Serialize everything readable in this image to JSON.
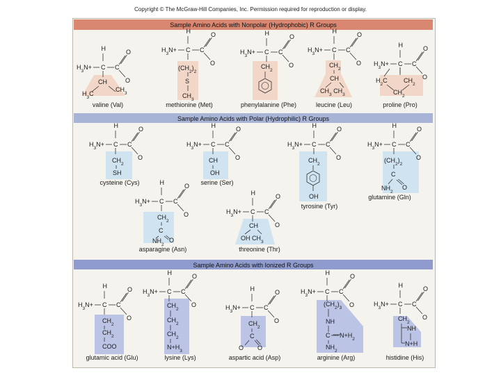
{
  "copyright": "Copyright © The McGraw-Hill Companies, Inc. Permission required for reproduction or display.",
  "colors": {
    "nonpolar_header": "#d98770",
    "polar_header": "#a8b4d6",
    "ionized_header": "#8e9bcc",
    "nonpolar_highlight": "#f2d7c9",
    "polar_highlight": "#cfe3f0",
    "ionized_highlight": "#bcc4e6",
    "panel": "#f5f3ed"
  },
  "sections": {
    "nonpolar": "Sample Amino Acids with Nonpolar (Hydrophobic) R Groups",
    "polar": "Sample Amino Acids with Polar (Hydrophilic) R Groups",
    "ionized": "Sample Amino Acids with Ionized R Groups"
  },
  "atoms": {
    "h": "H",
    "c": "C",
    "o": "O",
    "n": "N",
    "s": "S",
    "sh": "SH",
    "oh": "OH",
    "h3n": "H3N+",
    "ch": "CH",
    "ch2": "CH2",
    "ch3": "CH3",
    "h3c": "H3C",
    "h2c": "H2C",
    "ch2_2": "(CH2)2",
    "ch2_3": "(CH2)3",
    "ch3ch3": "CH3 CH3",
    "nh": "NH",
    "nh2": "NH2",
    "nh3": "N+H3",
    "nplus": "N+H2",
    "nh_plus": "N+H",
    "coo": "COO",
    "oh_ch3": "OH CH3"
  },
  "names": {
    "val": "valine (Val)",
    "met": "methionine (Met)",
    "phe": "phenylalanine (Phe)",
    "leu": "leucine (Leu)",
    "pro": "proline (Pro)",
    "cys": "cysteine (Cys)",
    "ser": "serine (Ser)",
    "tyr": "tyrosine (Tyr)",
    "gln": "glutamine (Gln)",
    "asn": "asparagine (Asn)",
    "thr": "threonine (Thr)",
    "glu": "glutamic acid (Glu)",
    "lys": "lysine (Lys)",
    "asp": "aspartic acid (Asp)",
    "arg": "arginine (Arg)",
    "his": "histidine (His)"
  }
}
